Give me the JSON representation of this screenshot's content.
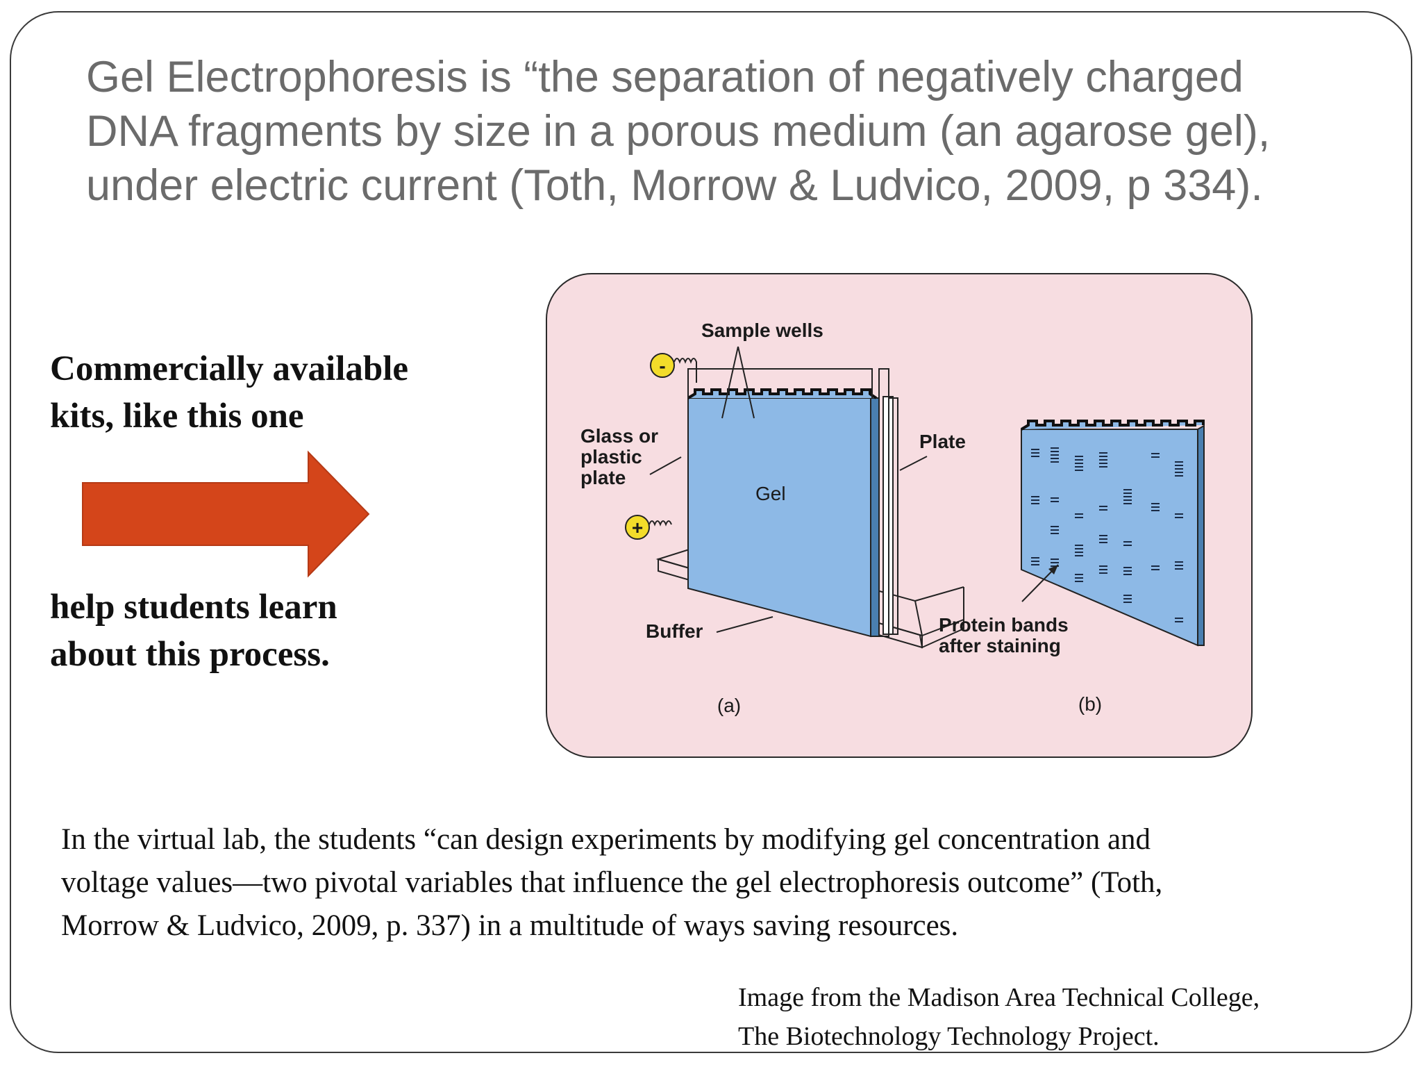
{
  "title": {
    "lines": [
      "Gel Electrophoresis is “the separation of negatively charged",
      "DNA fragments by size in a porous medium (an agarose gel),",
      "under electric current (Toth, Morrow & Ludvico, 2009, p 334)."
    ]
  },
  "left_text": {
    "top_lines": [
      "Commercially available",
      "kits, like this one"
    ],
    "bottom_lines": [
      "help students learn",
      "about this process."
    ]
  },
  "arrow": {
    "color": "#d4451a",
    "icon": "right-arrow-icon"
  },
  "figure": {
    "labels": {
      "sample_wells": "Sample wells",
      "glass_plate": [
        "Glass or",
        "plastic",
        "plate"
      ],
      "plate": "Plate",
      "gel": "Gel",
      "buffer": "Buffer",
      "protein_bands": [
        "Protein bands",
        "after staining"
      ],
      "negative": "-",
      "positive": "+",
      "panel_a": "(a)",
      "panel_b": "(b)"
    },
    "colors": {
      "background": "#f7dde1",
      "gel": "#8db9e6",
      "gel_dark": "#4a7fb0",
      "electrode": "#f3dc2a"
    }
  },
  "body": {
    "lines": [
      "In the virtual lab, the students “can design experiments by modifying gel concentration and",
      "voltage values—two pivotal variables that influence the gel electrophoresis outcome”  (Toth,",
      "Morrow & Ludvico, 2009, p. 337) in a multitude of ways saving resources."
    ]
  },
  "credit": {
    "lines": [
      "Image from the Madison Area Technical College,",
      "The Biotechnology Technology Project."
    ]
  }
}
